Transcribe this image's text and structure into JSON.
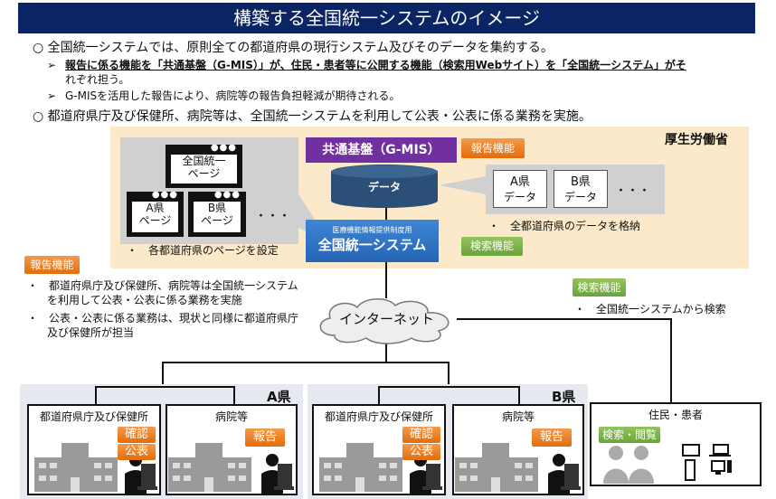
{
  "title": "構築する全国統一システムのイメージ",
  "bullets": {
    "b1": "○ 全国統一システムでは、原則全ての都道府県の現行システム及びそのデータを集約する。",
    "b1_sub1_a": "報告に係る機能を「共通基盤（G-MIS）」が、住民・患者等に公開する機能（検索用Webサイト）を「全国統一システム」がそ",
    "b1_sub1_b": "れぞれ担う。",
    "b1_sub2": "G-MISを活用した報告により、病院等の報告負担軽減が期待される。",
    "b2": "○ 都道府県庁及び保健所、病院等は、全国統一システムを利用して公表・公表に係る業務を実施。"
  },
  "mhlw": {
    "label": "厚生労働省",
    "gmis": "共通基盤（G-MIS）",
    "report_tag": "報告機能",
    "data": "データ",
    "system_sub": "医療機能情報提供制度用",
    "system": "全国統一システム",
    "search_tag": "検索機能",
    "pages": {
      "national": [
        "全国統一",
        "ページ"
      ],
      "a": [
        "A県",
        "ページ"
      ],
      "b": [
        "B県",
        "ページ"
      ],
      "more": "・・・"
    },
    "pages_note": "・　各都道府県のページを設定",
    "stores": {
      "a": [
        "A県",
        "データ"
      ],
      "b": [
        "B県",
        "データ"
      ],
      "more": "・・・"
    },
    "stores_note": "・　全都道府県のデータを格納"
  },
  "left": {
    "tag": "報告機能",
    "items": [
      "都道府県庁及び保健所、病院等は全国統一システムを利用して公表・公表に係る業務を実施",
      "公表・公表に係る業務は、現状と同様に都道府県庁及び保健所が担当"
    ]
  },
  "right": {
    "tag": "検索機能",
    "item": "・　全国統一システムから検索"
  },
  "internet": "インターネット",
  "prefs": [
    {
      "name": "A県",
      "office": "都道府県庁及び保健所",
      "confirm": "確認",
      "publish": "公表",
      "hospital": "病院等",
      "report": "報告"
    },
    {
      "name": "B県",
      "office": "都道府県庁及び保健所",
      "confirm": "確認",
      "publish": "公表",
      "hospital": "病院等",
      "report": "報告"
    }
  ],
  "residents": {
    "title": "住民・患者",
    "tag": "検索・閲覧"
  },
  "colors": {
    "navy": "#0b2463",
    "purple": "#7030a0",
    "blue": "#2e75c8",
    "orange": "#e36c0a",
    "green": "#6aa33a",
    "beige": "#fbe9c9"
  }
}
